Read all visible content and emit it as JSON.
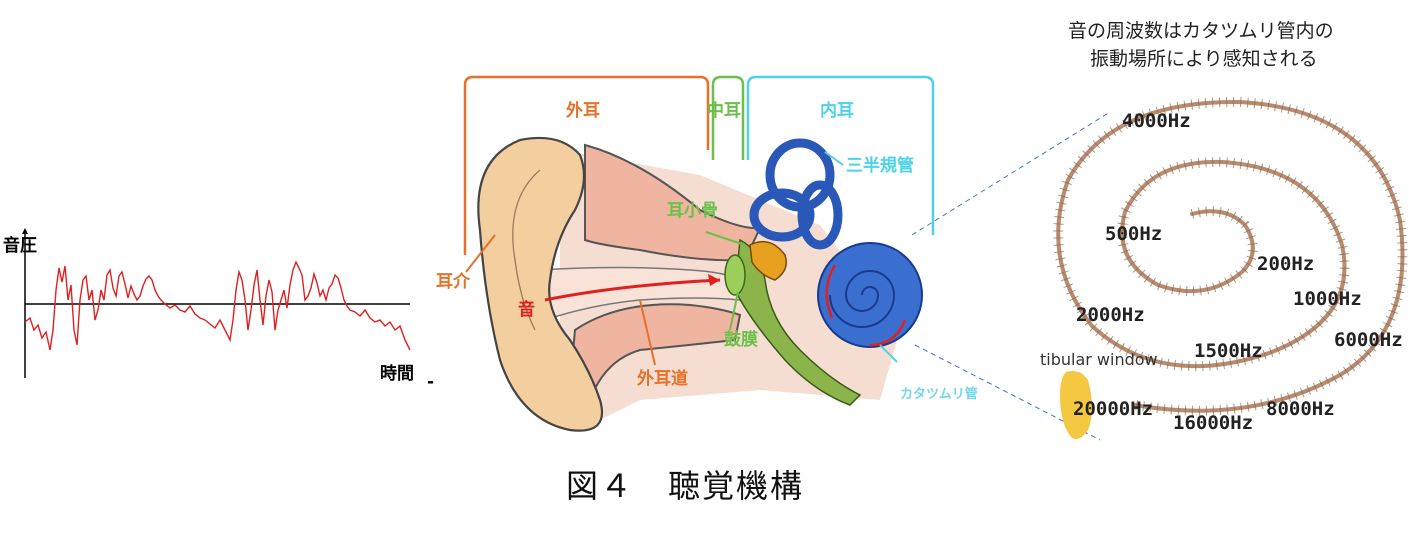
{
  "waveform": {
    "y_label": "音圧",
    "x_label": "時間"
  },
  "ear": {
    "outer_ear": "外耳",
    "middle_ear": "中耳",
    "inner_ear": "内耳",
    "auricle": "耳介",
    "sound": "音",
    "ear_canal": "外耳道",
    "ossicles": "耳小骨",
    "eardrum": "鼓膜",
    "semicircular_canals": "三半規管",
    "cochlea": "カタツムリ管"
  },
  "cochlea_map": {
    "note_line1": "音の周波数はカタツムリ管内の",
    "note_line2": "振動場所により感知される",
    "window_label": "tibular window",
    "freq_4000": "4000Hz",
    "freq_500": "500Hz",
    "freq_200": "200Hz",
    "freq_1000": "1000Hz",
    "freq_2000": "2000Hz",
    "freq_1500": "1500Hz",
    "freq_6000": "6000Hz",
    "freq_20000": "20000Hz",
    "freq_16000": "16000Hz",
    "freq_8000": "8000Hz"
  },
  "caption": "図４　聴覚機構",
  "colors": {
    "outer": "#e8702a",
    "middle": "#6cc04a",
    "inner": "#4dd3e8",
    "wave": "#e02020",
    "cochlea_blue": "#3a6fd0",
    "spiral": "#b88a6e"
  }
}
